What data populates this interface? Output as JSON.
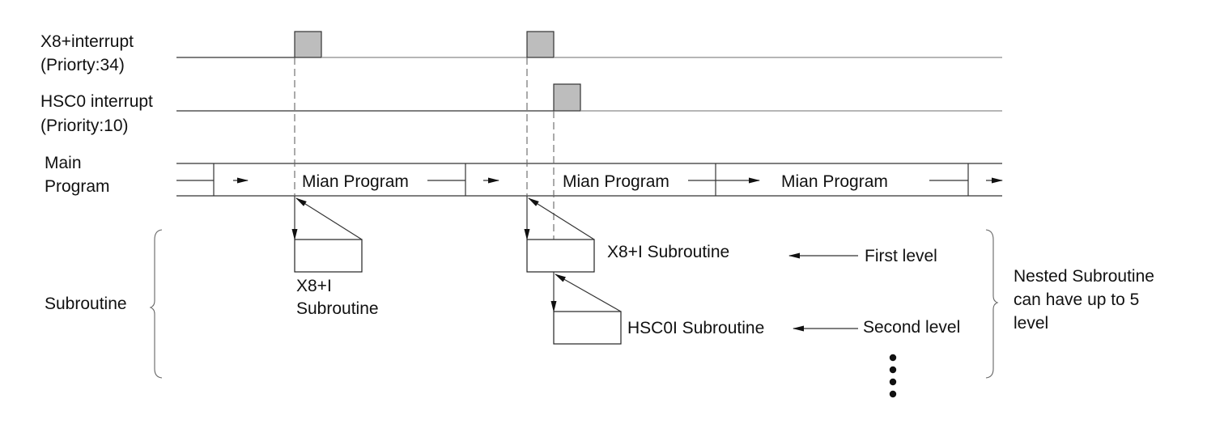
{
  "signals": {
    "x8_name": "X8+interrupt",
    "x8_priority": "(Priorty:34)",
    "hsc0_name": "HSC0 interrupt",
    "hsc0_priority": "(Priority:10)"
  },
  "main": {
    "label_line1": "Main",
    "label_line2": "Program",
    "segments": [
      "Mian Program",
      "Mian Program",
      "Mian Program"
    ]
  },
  "subroutine": {
    "label": "Subroutine",
    "first_box_line1": "X8+I",
    "first_box_line2": "Subroutine",
    "second_box": "X8+I Subroutine",
    "third_box": "HSC0I Subroutine",
    "first_level": "First level",
    "second_level": "Second level"
  },
  "note": {
    "line1": "Nested Subroutine",
    "line2": "can have up to 5",
    "line3": "level"
  }
}
